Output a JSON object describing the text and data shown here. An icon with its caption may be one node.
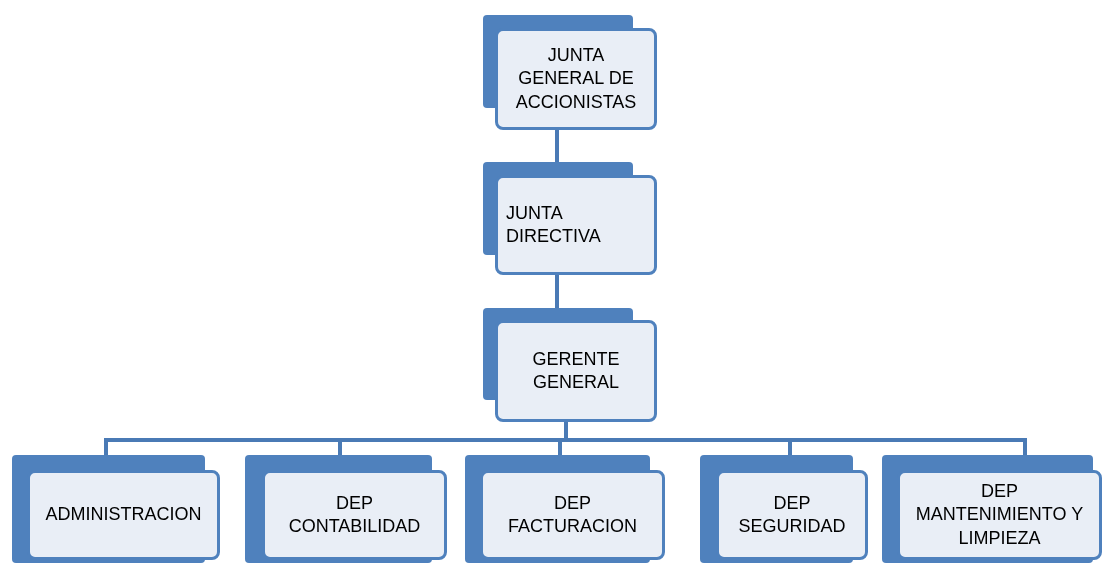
{
  "diagram": {
    "nodes": [
      {
        "text": [
          "JUNTA GENERAL DE ACCIONISTAS"
        ]
      },
      {
        "text": [
          "JUNTA DIRECTIVA"
        ]
      },
      {
        "text": [
          "GERENTE GENERAL"
        ]
      },
      {
        "text": [
          "ADMINISTRACION"
        ]
      },
      {
        "text": [
          "DEP CONTABILIDAD"
        ]
      },
      {
        "text": [
          "DEP FACTURACION"
        ]
      },
      {
        "text": [
          "DEP SEGURIDAD"
        ]
      },
      {
        "text": [
          "DEP MANTENIMIENTO Y LIMPIEZA"
        ]
      }
    ],
    "edges": [
      {
        "from": 0,
        "to": 1,
        "arrow": "none"
      },
      {
        "from": 1,
        "to": 2,
        "arrow": "none"
      },
      {
        "from": 2,
        "to": 3,
        "arrow": "none"
      },
      {
        "from": 2,
        "to": 4,
        "arrow": "none"
      },
      {
        "from": 2,
        "to": 5,
        "arrow": "none"
      },
      {
        "from": 2,
        "to": 6,
        "arrow": "none"
      },
      {
        "from": 2,
        "to": 7,
        "arrow": "none"
      }
    ]
  }
}
